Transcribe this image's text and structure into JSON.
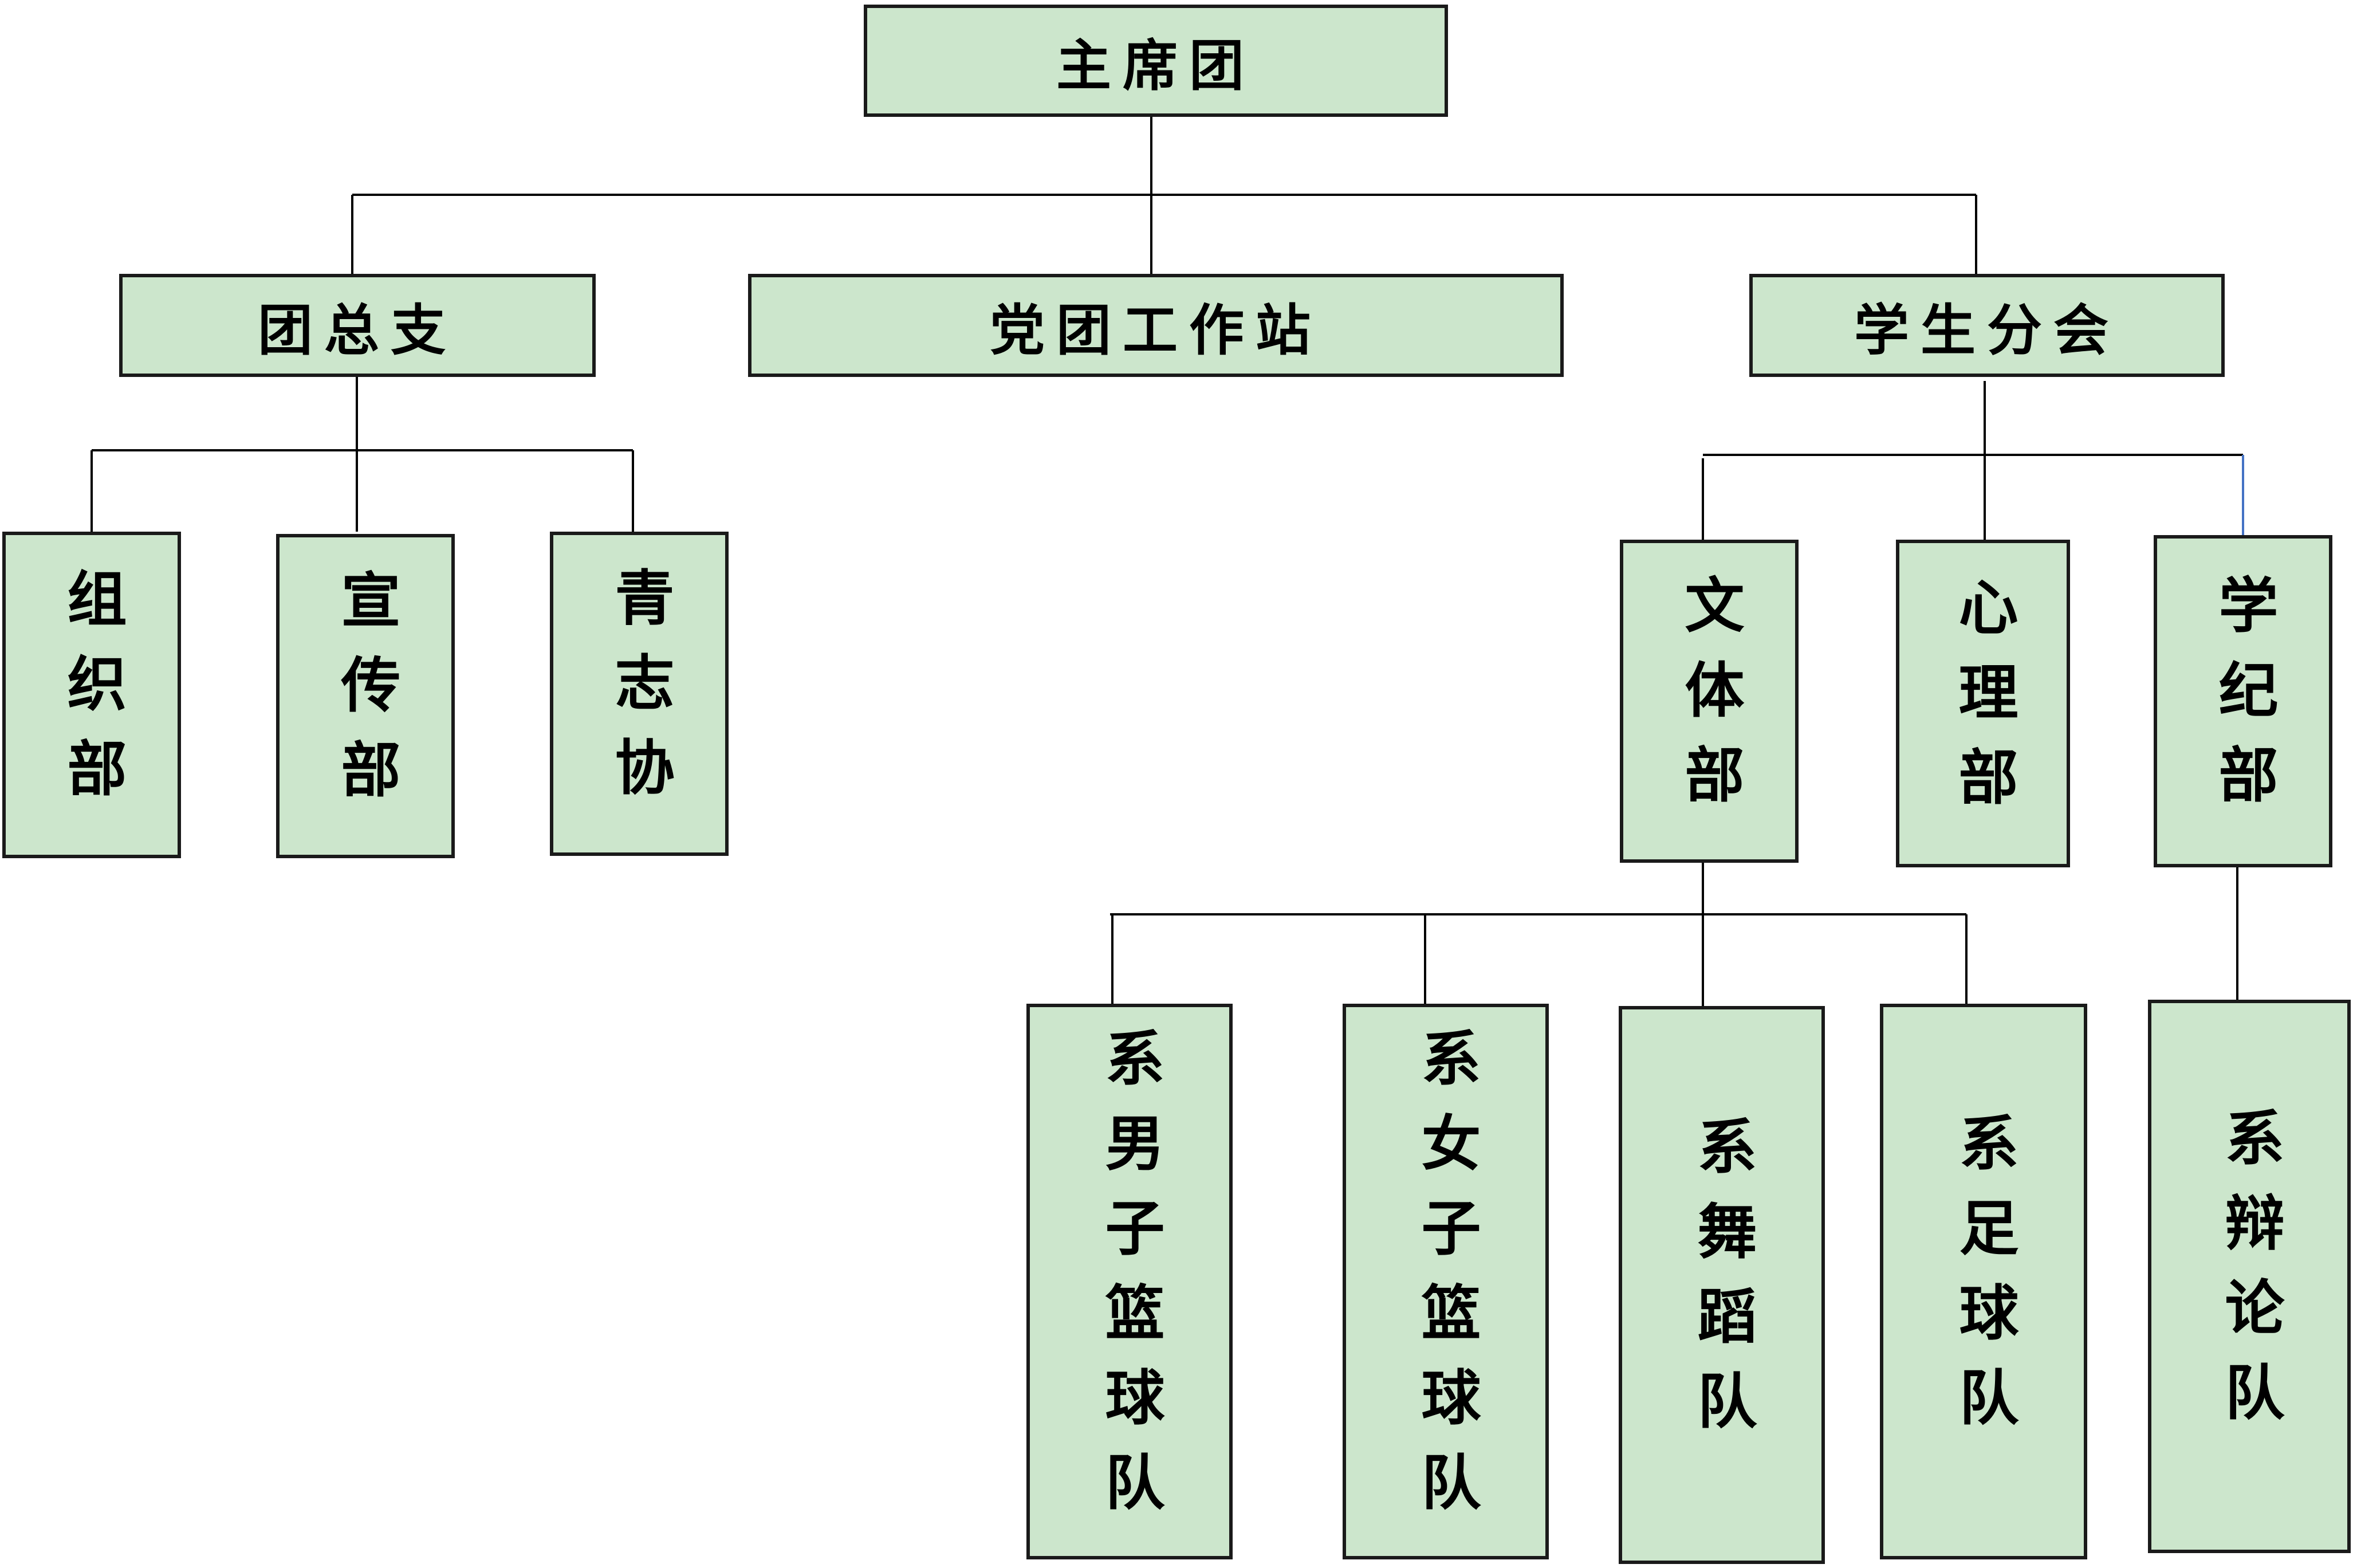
{
  "colors": {
    "box_fill": "#cce6cc",
    "box_border": "#1a1a1a",
    "line": "#000000",
    "accent_line": "#4472c4"
  },
  "root": {
    "label": "主席团"
  },
  "level1": {
    "tuanzongzhi": {
      "label": "团总支"
    },
    "dangtuan": {
      "label": "党团工作站"
    },
    "xueshenghui": {
      "label": "学生分会"
    }
  },
  "tuanzongzhi_children": {
    "zuzhi": {
      "label": "组织部"
    },
    "xuanchuan": {
      "label": "宣传部"
    },
    "qingzhi": {
      "label": "青志协"
    }
  },
  "xueshenghui_children": {
    "wenti": {
      "label": "文体部"
    },
    "xinli": {
      "label": "心理部"
    },
    "xueji": {
      "label": "学纪部"
    }
  },
  "wenti_children": {
    "nanlan": {
      "label": "系男子篮球队"
    },
    "nvlan": {
      "label": "系女子篮球队"
    },
    "wudao": {
      "label": "系舞蹈队"
    },
    "zuqiu": {
      "label": "系足球队"
    }
  },
  "xueji_children": {
    "bianlun": {
      "label": "系辩论队"
    }
  }
}
